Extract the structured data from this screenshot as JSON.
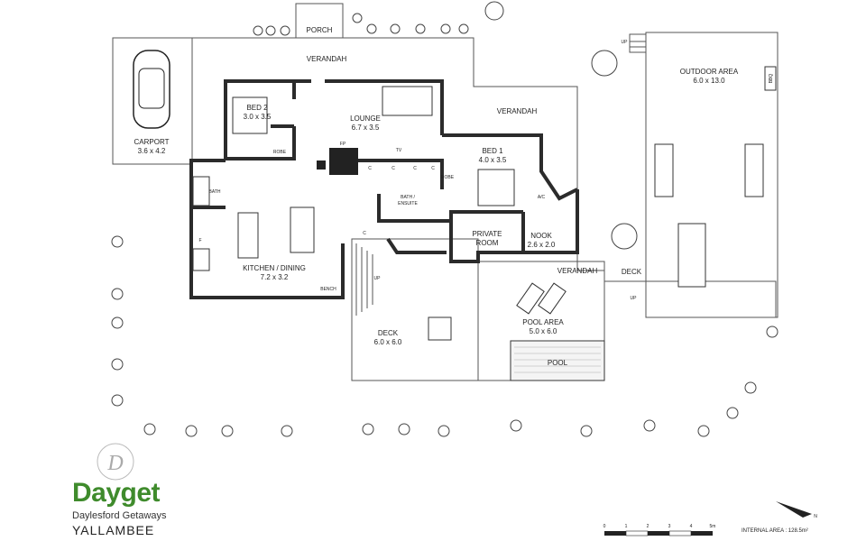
{
  "property": {
    "name": "YALLAMBEE",
    "internal_area": "INTERNAL AREA : 128.5m²"
  },
  "brand": {
    "name": "Dayget",
    "tagline": "Daylesford Getaways",
    "monogram": "D"
  },
  "rooms": {
    "porch": "PORCH",
    "verandah_top": "VERANDAH",
    "verandah_right": "VERANDAH",
    "verandah_lower": "VERANDAH",
    "carport": "CARPORT",
    "carport_size": "3.6 x 4.2",
    "bed2": "BED 2",
    "bed2_size": "3.0 x 3.5",
    "robe": "ROBE",
    "robe_bed1": "ROBE",
    "lounge": "LOUNGE",
    "lounge_size": "6.7 x 3.5",
    "fp": "FP",
    "tv": "TV",
    "bed1": "BED 1",
    "bed1_size": "4.0 x 3.5",
    "ac": "A/C",
    "bath": "BATH",
    "bath_ensuite_1": "BATH /",
    "bath_ensuite_2": "ENSUITE",
    "private_room_1": "PRIVATE",
    "private_room_2": "ROOM",
    "nook": "NOOK",
    "nook_size": "2.6 x 2.0",
    "kitchen": "KITCHEN / DINING",
    "kitchen_size": "7.2 x 3.2",
    "bench": "BENCH",
    "fridge": "F",
    "cupboard": "C",
    "deck": "DECK",
    "deck_size": "6.0 x 6.0",
    "deck_right": "DECK",
    "pool_area": "POOL AREA",
    "pool_area_size": "5.0 x 6.0",
    "pool": "POOL",
    "outdoor": "OUTDOOR AREA",
    "outdoor_size": "6.0 x 13.0",
    "bbq": "BBQ",
    "up": "UP"
  },
  "scale": {
    "ticks": [
      "0",
      "1",
      "2",
      "3",
      "4",
      "5m"
    ]
  },
  "north": {
    "label": "N"
  }
}
